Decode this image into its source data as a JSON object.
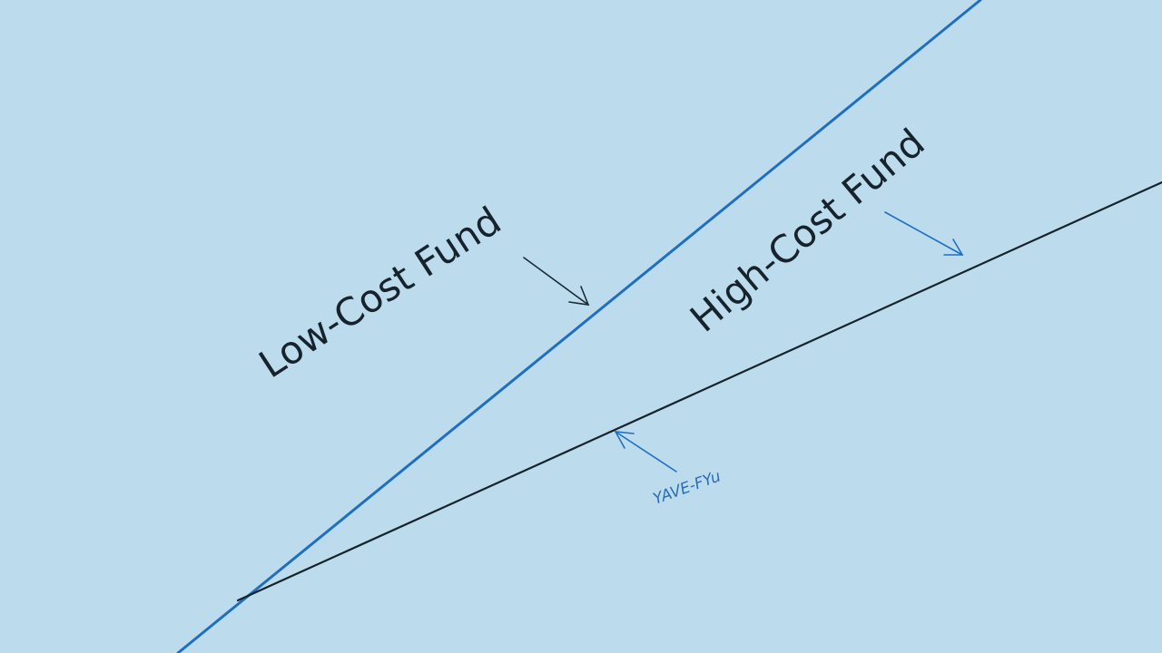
{
  "colors": {
    "background": "#bcdcee",
    "low_cost_line": "#1f6fc0",
    "high_cost_line": "#16222c",
    "arrow": "#1f6fc0",
    "arrow_dark": "#1c2a36"
  },
  "labels": {
    "low_cost": "Low-Cost Fund",
    "high_cost": "High-Cost Fund",
    "annotation": "YAVE-FYu"
  }
}
